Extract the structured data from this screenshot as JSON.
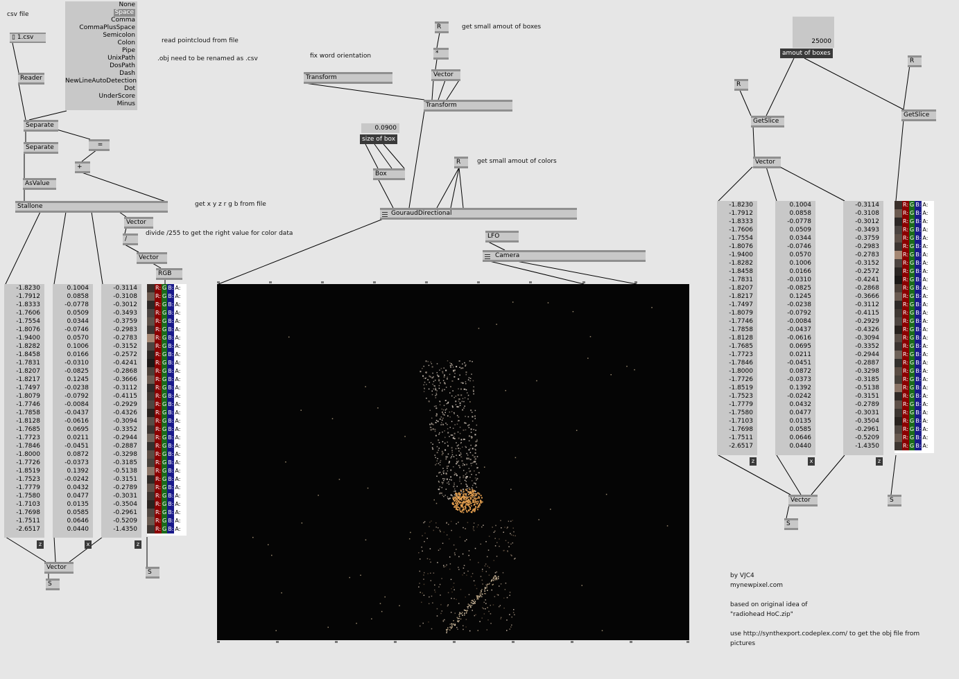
{
  "comments": {
    "csv_file": "csv file",
    "read_pointcloud": "read pointcloud from file",
    "obj_rename": ".obj need to be renamed as .csv",
    "fix_word": "fix word orientation",
    "small_boxes": "get small amout of boxes",
    "small_colors": "get small amout of colors",
    "get_xyz": "get x y z r g b from file",
    "divide": "divide /255 to get the right value for color data",
    "credits": [
      "by VJC4",
      "mynewpixel.com",
      "",
      "based on original idea of",
      "\"radiohead HoC.zip\"",
      "",
      "use http://synthexport.codeplex.com/  to get the obj file from",
      "pictures"
    ]
  },
  "file": {
    "name": "1.csv"
  },
  "enum_options": [
    "None",
    "Space",
    "Comma",
    "CommaPlusSpace",
    "Semicolon",
    "Colon",
    "Pipe",
    "UnixPath",
    "DosPath",
    "Dash",
    "NewLineAutoDetection",
    "Dot",
    "UnderScore",
    "Minus"
  ],
  "enum_selected": "Space",
  "nodes": {
    "reader": "Reader",
    "separate1": "Separate",
    "separate2": "Separate",
    "equals": "=",
    "plus": "+",
    "asvalue": "AsValue",
    "stallone": "Stallone",
    "vector1": "Vector",
    "divide": "/",
    "vector2": "Vector",
    "rgb": "RGB",
    "vector_bottom": "Vector",
    "s_bottom": "S",
    "s_color": "S",
    "transform1": "Transform",
    "r_top": "R",
    "multiply": "*",
    "vector_top": "Vector",
    "transform2": "Transform",
    "box": "Box",
    "r_colors": "R",
    "gouraud": "GouraudDirectional",
    "lfo": "LFO",
    "camera": "Camera",
    "r_right1": "R",
    "getslice1": "GetSlice",
    "vector_right": "Vector",
    "r_right2": "R",
    "getslice2": "GetSlice",
    "vector_right_bottom": "Vector",
    "s_right": "S",
    "s_right2": "S"
  },
  "iobox_box_size": {
    "value": "0.0900",
    "label": "size of box"
  },
  "iobox_amount": {
    "value": "25000",
    "label": "amout of boxes"
  },
  "spread_left": {
    "z": [
      "-1.8230",
      "-1.7912",
      "-1.8333",
      "-1.7606",
      "-1.7554",
      "-1.8076",
      "-1.9400",
      "-1.8282",
      "-1.8458",
      "-1.7831",
      "-1.8207",
      "-1.8217",
      "-1.7497",
      "-1.8079",
      "-1.7746",
      "-1.7858",
      "-1.8128",
      "-1.7685",
      "-1.7723",
      "-1.7846",
      "-1.8000",
      "-1.7726",
      "-1.8519",
      "-1.7523",
      "-1.7779",
      "-1.7580",
      "-1.7103",
      "-1.7698",
      "-1.7511",
      "-2.6517"
    ],
    "x": [
      "0.1004",
      "0.0858",
      "-0.0778",
      "0.0509",
      "0.0344",
      "-0.0746",
      "0.0570",
      "0.1006",
      "0.0166",
      "-0.0310",
      "-0.0825",
      "0.1245",
      "-0.0238",
      "-0.0792",
      "-0.0084",
      "-0.0437",
      "-0.0616",
      "0.0695",
      "0.0211",
      "-0.0451",
      "0.0872",
      "-0.0373",
      "0.1392",
      "-0.0242",
      "0.0432",
      "0.0477",
      "0.0135",
      "0.0585",
      "0.0646",
      "0.0440"
    ],
    "z2": [
      "-0.3114",
      "-0.3108",
      "-0.3012",
      "-0.3493",
      "-0.3759",
      "-0.2983",
      "-0.2783",
      "-0.3152",
      "-0.2572",
      "-0.4241",
      "-0.2868",
      "-0.3666",
      "-0.3112",
      "-0.4115",
      "-0.2929",
      "-0.4326",
      "-0.3094",
      "-0.3352",
      "-0.2944",
      "-0.2887",
      "-0.3298",
      "-0.3185",
      "-0.5138",
      "-0.3151",
      "-0.2789",
      "-0.3031",
      "-0.3504",
      "-0.2961",
      "-0.5209",
      "-1.4350"
    ],
    "tags": [
      "z",
      "x",
      "z"
    ]
  },
  "spread_right": {
    "z": [
      "-1.8230",
      "-1.7912",
      "-1.8333",
      "-1.7606",
      "-1.7554",
      "-1.8076",
      "-1.9400",
      "-1.8282",
      "-1.8458",
      "-1.7831",
      "-1.8207",
      "-1.8217",
      "-1.7497",
      "-1.8079",
      "-1.7746",
      "-1.7858",
      "-1.8128",
      "-1.7685",
      "-1.7723",
      "-1.7846",
      "-1.8000",
      "-1.7726",
      "-1.8519",
      "-1.7523",
      "-1.7779",
      "-1.7580",
      "-1.7103",
      "-1.7698",
      "-1.7511",
      "-2.6517"
    ],
    "x": [
      "0.1004",
      "0.0858",
      "-0.0778",
      "0.0509",
      "0.0344",
      "-0.0746",
      "0.0570",
      "0.1006",
      "0.0166",
      "-0.0310",
      "-0.0825",
      "0.1245",
      "-0.0238",
      "-0.0792",
      "-0.0084",
      "-0.0437",
      "-0.0616",
      "0.0695",
      "0.0211",
      "-0.0451",
      "0.0872",
      "-0.0373",
      "0.1392",
      "-0.0242",
      "0.0432",
      "0.0477",
      "0.0135",
      "0.0585",
      "0.0646",
      "0.0440"
    ],
    "z2": [
      "-0.3114",
      "-0.3108",
      "-0.3012",
      "-0.3493",
      "-0.3759",
      "-0.2983",
      "-0.2783",
      "-0.3152",
      "-0.2572",
      "-0.4241",
      "-0.2868",
      "-0.3666",
      "-0.3112",
      "-0.4115",
      "-0.2929",
      "-0.4326",
      "-0.3094",
      "-0.3352",
      "-0.2944",
      "-0.2887",
      "-0.3298",
      "-0.3185",
      "-0.5138",
      "-0.3151",
      "-0.2789",
      "-0.3031",
      "-0.3504",
      "-0.2961",
      "-0.5209",
      "-1.4350"
    ],
    "tags": [
      "z",
      "x",
      "z"
    ]
  },
  "color_swatches": [
    "#3a2f2a",
    "#6b5a50",
    "#2d2826",
    "#4a4340",
    "#5d5048",
    "#3d3531",
    "#a58874",
    "#4c4440",
    "#2b2623",
    "#1c1917",
    "#4a3f38",
    "#6a5b51",
    "#2e2a28",
    "#3f3833",
    "#4d4540",
    "#27211d",
    "#574c45",
    "#3b3430",
    "#6e6259",
    "#33302d",
    "#5a4c43",
    "#474039",
    "#8a7466",
    "#302a26",
    "#5e5048",
    "#3c3530",
    "#29231f",
    "#4f4640",
    "#685a50",
    "#3e3631"
  ],
  "color_labels": {
    "r": "R:",
    "g": "G",
    "b": "B:",
    "a": "A:"
  }
}
